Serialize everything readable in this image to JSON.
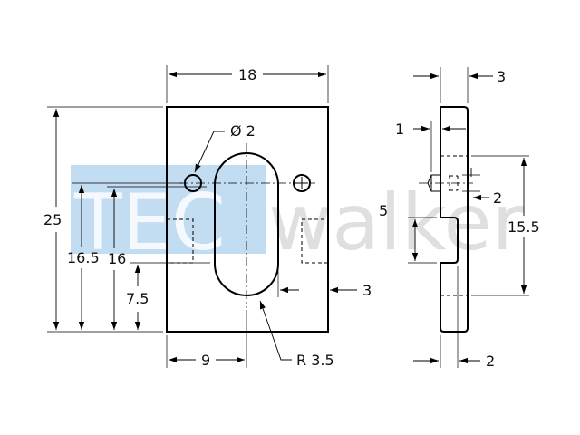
{
  "watermark": {
    "text_1": "TEC",
    "text_2": "walker",
    "box_color": "#8fc0e8",
    "text_color": "#dcdcdc"
  },
  "front_view": {
    "dim_width": "18",
    "dim_height": "25",
    "dim_hole_diameter": "Ø 2",
    "dim_hole_height": "16.5",
    "dim_slot_top": "16",
    "dim_slot_bottom": "7.5",
    "dim_slot_center": "9",
    "dim_slot_radius": "R 3.5",
    "dim_slot_offset": "3"
  },
  "side_view": {
    "dim_thickness": "3",
    "dim_pin_length": "1",
    "dim_pin_height": "2",
    "dim_step_height": "5",
    "dim_step_position": "15.5",
    "dim_step_depth": "2"
  }
}
